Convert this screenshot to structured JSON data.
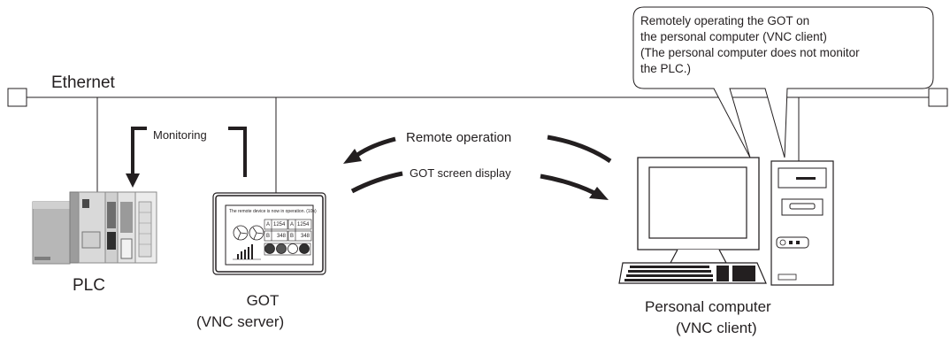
{
  "network": {
    "label": "Ethernet"
  },
  "monitoring_label": "Monitoring",
  "arrows": {
    "remote_operation": "Remote operation",
    "got_screen_display": "GOT screen display"
  },
  "plc": {
    "label": "PLC"
  },
  "got": {
    "label": "GOT",
    "role": "(VNC server)",
    "screen": {
      "title": "The remote device is now in operation. (10s)",
      "row_a": [
        "A",
        "1254",
        "A",
        "1254"
      ],
      "row_b": [
        "B",
        "348",
        "B",
        "348"
      ]
    }
  },
  "pc": {
    "label": "Personal computer",
    "role": "(VNC client)"
  },
  "callout": {
    "lines": [
      "Remotely operating the GOT on",
      "the personal computer (VNC client)",
      "(The personal computer does not monitor",
      "the PLC.)"
    ]
  }
}
